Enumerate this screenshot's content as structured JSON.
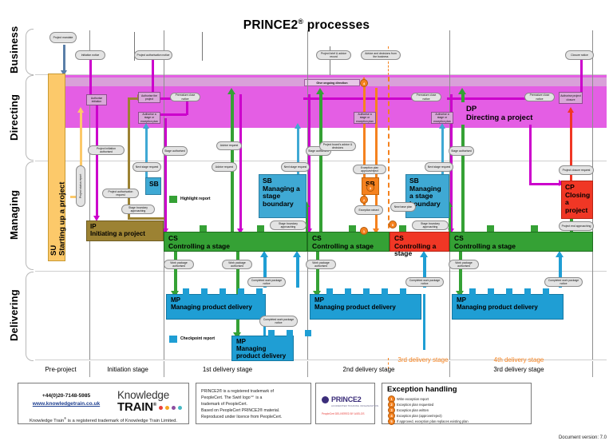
{
  "title": "PRINCE2® processes",
  "title_main": "PRINCE2",
  "title_sup": "®",
  "title_rest": " processes",
  "colors": {
    "su": "#fcc96a",
    "ip": "#9c8233",
    "dp": "#e45ee4",
    "dp_top": "#d9a0d9",
    "cs": "#35a135",
    "sb": "#3fa9d4",
    "sb_exception": "#f5821f",
    "mp": "#1f9ed4",
    "cp": "#f03725",
    "exception_orange": "#f5821f",
    "note_grey": "#e3e3e3",
    "brand_blue": "#1b3d8f"
  },
  "lanes": [
    {
      "id": "business",
      "label": "Business"
    },
    {
      "id": "directing",
      "label": "Directing"
    },
    {
      "id": "managing",
      "label": "Managing"
    },
    {
      "id": "delivering",
      "label": "Delivering"
    }
  ],
  "processes": {
    "su": {
      "code": "SU",
      "name": "Starting up a project"
    },
    "ip": {
      "code": "IP",
      "name": "Initiating a project"
    },
    "dp": {
      "code": "DP",
      "name": "Directing a project"
    },
    "cp": {
      "code": "CP",
      "name": "Closing a project"
    },
    "cs1": {
      "code": "CS",
      "name": "Controlling a stage"
    },
    "cs2": {
      "code": "CS",
      "name": "Controlling a stage"
    },
    "cs3": {
      "code": "CS",
      "name": "Controlling a stage"
    },
    "cs4": {
      "code": "CS",
      "name": "Controlling a stage"
    },
    "sb1": {
      "code": "SB",
      "name": "Managing a stage boundary"
    },
    "sb2": {
      "code": "SB",
      "name": "Managing a stage boundary"
    },
    "sb3": {
      "code": "SB",
      "name": "Managing a stage boundary"
    },
    "sb_exc": {
      "code": "SB",
      "name": ""
    },
    "mp1": {
      "code": "MP",
      "name": "Managing product delivery"
    },
    "mp2": {
      "code": "MP",
      "name": "Managing product delivery"
    },
    "mp3": {
      "code": "MP",
      "name": "Managing product delivery"
    }
  },
  "dp_activities": [
    {
      "id": "authorise-initiation",
      "label": "Authorise initiation"
    },
    {
      "id": "authorise-the-project",
      "label": "Authorise the project"
    },
    {
      "id": "authorise-stage-or-exception-plan-1",
      "label": "Authorise a stage or exception plan"
    },
    {
      "id": "authorise-stage-or-exception-plan-2",
      "label": "Authorise a stage or exception plan"
    },
    {
      "id": "authorise-stage-or-exception-plan-3",
      "label": "Authorise a stage or exception plan"
    },
    {
      "id": "authorise-project-closure",
      "label": "Authorise project closure"
    }
  ],
  "give_ongoing_direction": "Give ongoing direction",
  "notes": [
    {
      "id": "project-mandate",
      "label": "Project mandate"
    },
    {
      "id": "initiation-notice",
      "label": "Initiation notice"
    },
    {
      "id": "project-authorisation-notice",
      "label": "Project authorisation notice"
    },
    {
      "id": "project-brief-advice-record",
      "label": "Project brief & advice record"
    },
    {
      "id": "advice-and-decisions-from-the-business",
      "label": "Advice and decisions from the business"
    },
    {
      "id": "closure-notice",
      "label": "Closure notice"
    },
    {
      "id": "premature-close-notice-1",
      "label": "Premature close notice"
    },
    {
      "id": "premature-close-notice-2",
      "label": "Premature close notice"
    },
    {
      "id": "premature-close-notice-3",
      "label": "Premature close notice"
    },
    {
      "id": "project-initiation-authorised",
      "label": "Project initiation authorised"
    },
    {
      "id": "project-authorisation-request",
      "label": "Project authorisation request"
    },
    {
      "id": "stage-boundary-approaching-1",
      "label": "Stage boundary approaching"
    },
    {
      "id": "stage-boundary-approaching-2",
      "label": "Stage boundary approaching"
    },
    {
      "id": "stage-boundary-approaching-3",
      "label": "Stage boundary approaching"
    },
    {
      "id": "next-stage-request-1",
      "label": "Next stage request"
    },
    {
      "id": "next-stage-request-2",
      "label": "Next stage request"
    },
    {
      "id": "next-stage-request-3",
      "label": "Next stage request"
    },
    {
      "id": "stage-authorised-1",
      "label": "Stage authorised"
    },
    {
      "id": "stage-authorised-2",
      "label": "Stage authorised"
    },
    {
      "id": "stage-authorised-3",
      "label": "Stage authorised"
    },
    {
      "id": "advice-request-1",
      "label": "Advice request"
    },
    {
      "id": "advice-request-2",
      "label": "Advice request"
    },
    {
      "id": "project-boards-advice-decisions",
      "label": "Project board's advice & decisions"
    },
    {
      "id": "project-closure-request",
      "label": "Project closure request"
    },
    {
      "id": "project-end-approaching",
      "label": "Project end approaching"
    },
    {
      "id": "project-status-report",
      "label": "Project status report"
    },
    {
      "id": "exception-plan-approve-reject",
      "label": "Exception plan approve/reject"
    },
    {
      "id": "exception-raised",
      "label": "Exception raised"
    },
    {
      "id": "new-base-plan",
      "label": "New base plan"
    },
    {
      "id": "work-package-authorised-1",
      "label": "Work package authorised"
    },
    {
      "id": "work-package-authorised-2",
      "label": "Work package authorised"
    },
    {
      "id": "work-package-authorised-3",
      "label": "Work package authorised"
    },
    {
      "id": "work-package-authorised-4",
      "label": "Work package authorised"
    },
    {
      "id": "completed-work-package-notice-1",
      "label": "Completed work package notice"
    },
    {
      "id": "completed-work-package-notice-2",
      "label": "Completed work package notice"
    },
    {
      "id": "completed-work-package-notice-3",
      "label": "Completed work package notice"
    }
  ],
  "legend_inline": [
    {
      "id": "highlight-report",
      "code": "H",
      "label": "Highlight report",
      "color": "#35a135"
    },
    {
      "id": "checkpoint-report",
      "code": "C",
      "label": "Checkpoint report",
      "color": "#1f9ed4"
    }
  ],
  "stages": {
    "row_main": [
      {
        "id": "pre-project",
        "label": "Pre-project"
      },
      {
        "id": "initiation-stage",
        "label": "Initiation stage"
      },
      {
        "id": "first-delivery-stage",
        "label": "1st delivery stage"
      },
      {
        "id": "second-delivery-stage",
        "label": "2nd delivery stage"
      },
      {
        "id": "third-delivery-stage",
        "label": "3rd delivery stage"
      }
    ],
    "row_exception": [
      {
        "id": "third-delivery-stage-exception",
        "label": "3rd delivery stage"
      },
      {
        "id": "fourth-delivery-stage-exception",
        "label": "4th delivery stage"
      }
    ]
  },
  "footer": {
    "knowledge_train": {
      "phone": "+44(0)20-7148-5985",
      "url": "www.knowledgetrain.co.uk",
      "word1": "Knowledge",
      "word2": "TRAIN",
      "word2_sup": "®",
      "trademark_pre": "Knowledge Train",
      "trademark_sup": "®",
      "trademark_post": " is a registered trademark of Knowledge Train Limited."
    },
    "peoplecert_text": "PRINCE2® is a registered trademark of PeopleCert. The Swirl logo℠ is a trademark of PeopleCert.\nBased on PeopleCert PRINCE2® material. Reproduced under licence from PeopleCert.",
    "peoplecert_lines": [
      "PRINCE2® is a registered trademark of",
      "PeopleCert. The Swirl logo℠ is a",
      "trademark of PeopleCert.",
      "Based on PeopleCert PRINCE2® material.",
      "Reproduced under licence from PeopleCert."
    ],
    "prince2_logo": {
      "name": "PRINCE2",
      "subtitle": "ACCREDITED TRAINING ORGANIZATION",
      "footer": "PeopleCert  DELIVERED BY  AXELOS"
    },
    "exception_handling": {
      "title": "Exception handling",
      "items": [
        {
          "n": "1",
          "label": "Write exception report"
        },
        {
          "n": "2",
          "label": "Exception plan requested"
        },
        {
          "n": "3",
          "label": "Exception plan written"
        },
        {
          "n": "4",
          "label": "Exception plan (approve/reject)"
        },
        {
          "n": "5",
          "label": "If approved, exception plan replaces existing plan"
        }
      ]
    },
    "document_version": "Document version: 7.0"
  }
}
